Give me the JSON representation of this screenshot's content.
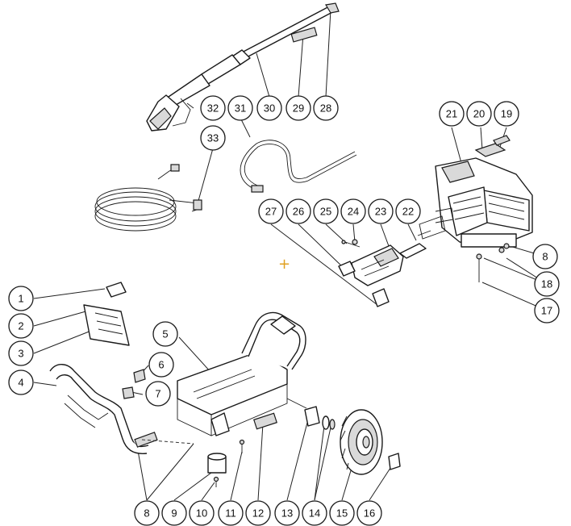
{
  "diagram": {
    "callouts": [
      {
        "label": "1"
      },
      {
        "label": "2"
      },
      {
        "label": "3"
      },
      {
        "label": "4"
      },
      {
        "label": "5"
      },
      {
        "label": "6"
      },
      {
        "label": "7"
      },
      {
        "label": "8"
      },
      {
        "label": "8"
      },
      {
        "label": "9"
      },
      {
        "label": "10"
      },
      {
        "label": "11"
      },
      {
        "label": "12"
      },
      {
        "label": "13"
      },
      {
        "label": "14"
      },
      {
        "label": "15"
      },
      {
        "label": "16"
      },
      {
        "label": "17"
      },
      {
        "label": "18"
      },
      {
        "label": "19"
      },
      {
        "label": "20"
      },
      {
        "label": "21"
      },
      {
        "label": "22"
      },
      {
        "label": "23"
      },
      {
        "label": "24"
      },
      {
        "label": "25"
      },
      {
        "label": "26"
      },
      {
        "label": "27"
      },
      {
        "label": "28"
      },
      {
        "label": "29"
      },
      {
        "label": "30"
      },
      {
        "label": "31"
      },
      {
        "label": "32"
      },
      {
        "label": "33"
      }
    ],
    "marker_glyph": "+",
    "marker_color": "#e0a020",
    "line_color": "#1a1a1a"
  }
}
